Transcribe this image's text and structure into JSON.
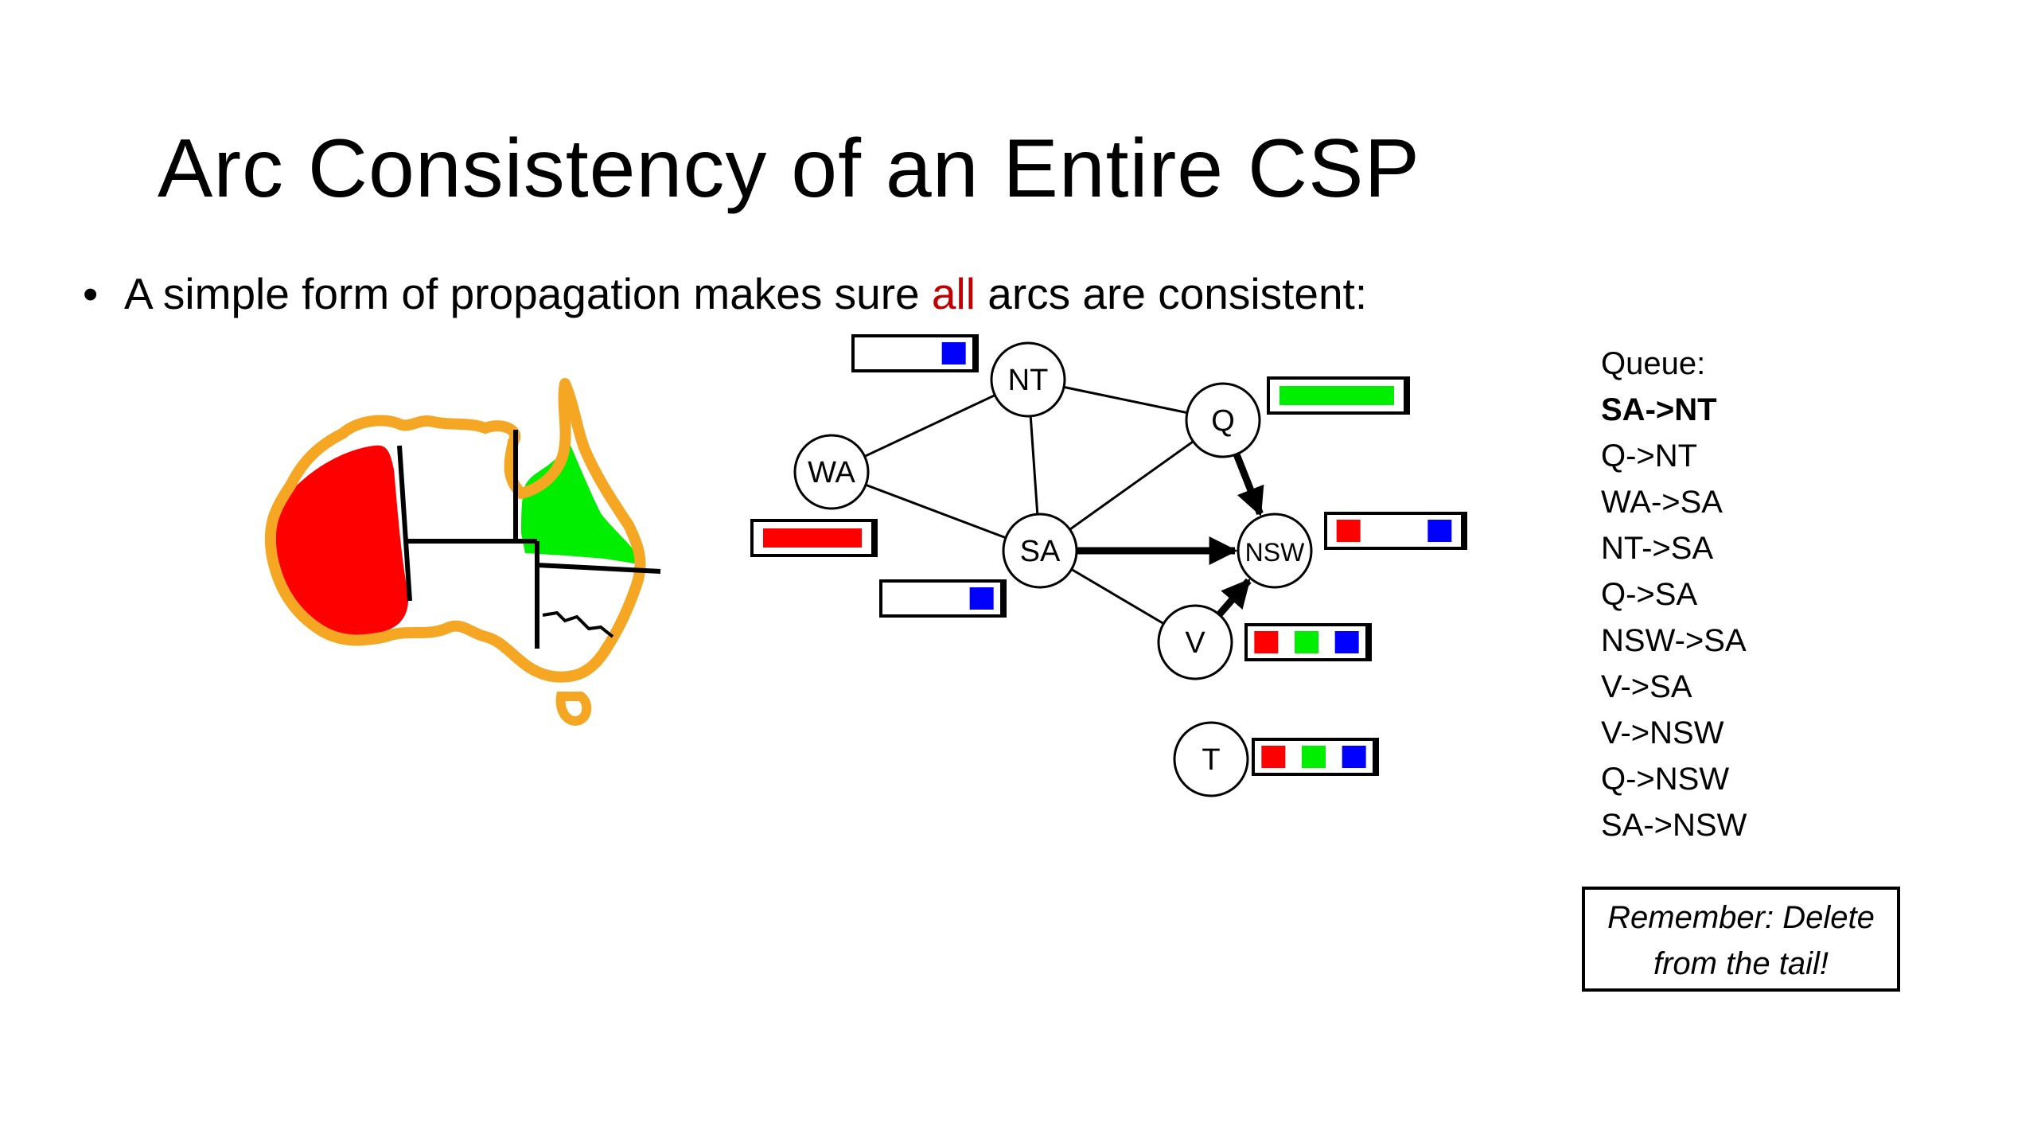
{
  "slide": {
    "title": "Arc Consistency of an Entire CSP",
    "bullet_before": "A simple form of propagation makes sure ",
    "bullet_emphasis": "all",
    "bullet_after": " arcs are consistent:"
  },
  "graph": {
    "nodes": [
      {
        "id": "NT",
        "label": "NT",
        "domain": [
          "blue"
        ]
      },
      {
        "id": "Q",
        "label": "Q",
        "domain": [
          "green"
        ]
      },
      {
        "id": "WA",
        "label": "WA",
        "domain": [
          "red"
        ]
      },
      {
        "id": "SA",
        "label": "SA",
        "domain": [
          "blue"
        ]
      },
      {
        "id": "NSW",
        "label": "NSW",
        "domain": [
          "red",
          "blue"
        ]
      },
      {
        "id": "V",
        "label": "V",
        "domain": [
          "red",
          "green",
          "blue"
        ]
      },
      {
        "id": "T",
        "label": "T",
        "domain": [
          "red",
          "green",
          "blue"
        ]
      }
    ],
    "edges": [
      [
        "WA",
        "NT"
      ],
      [
        "WA",
        "SA"
      ],
      [
        "NT",
        "SA"
      ],
      [
        "NT",
        "Q"
      ],
      [
        "SA",
        "Q"
      ],
      [
        "SA",
        "NSW"
      ],
      [
        "SA",
        "V"
      ],
      [
        "Q",
        "NSW"
      ],
      [
        "V",
        "NSW"
      ]
    ],
    "highlighted_arcs": [
      [
        "SA",
        "NSW"
      ],
      [
        "Q",
        "NSW"
      ],
      [
        "V",
        "NSW"
      ]
    ]
  },
  "colors": {
    "red": "#ff0000",
    "green": "#00ee00",
    "blue": "#0000ff",
    "accent": "#c00000",
    "map_outline": "#f5a623"
  },
  "map": {
    "WA": "red",
    "Q": "green"
  },
  "queue": {
    "label": "Queue:",
    "items": [
      "SA->NT",
      "Q->NT",
      "WA->SA",
      "NT->SA",
      "Q->SA",
      "NSW->SA",
      "V->SA",
      "V->NSW",
      "Q->NSW",
      "SA->NSW"
    ]
  },
  "note": {
    "line1": "Remember: Delete",
    "line2": "from  the tail!"
  }
}
